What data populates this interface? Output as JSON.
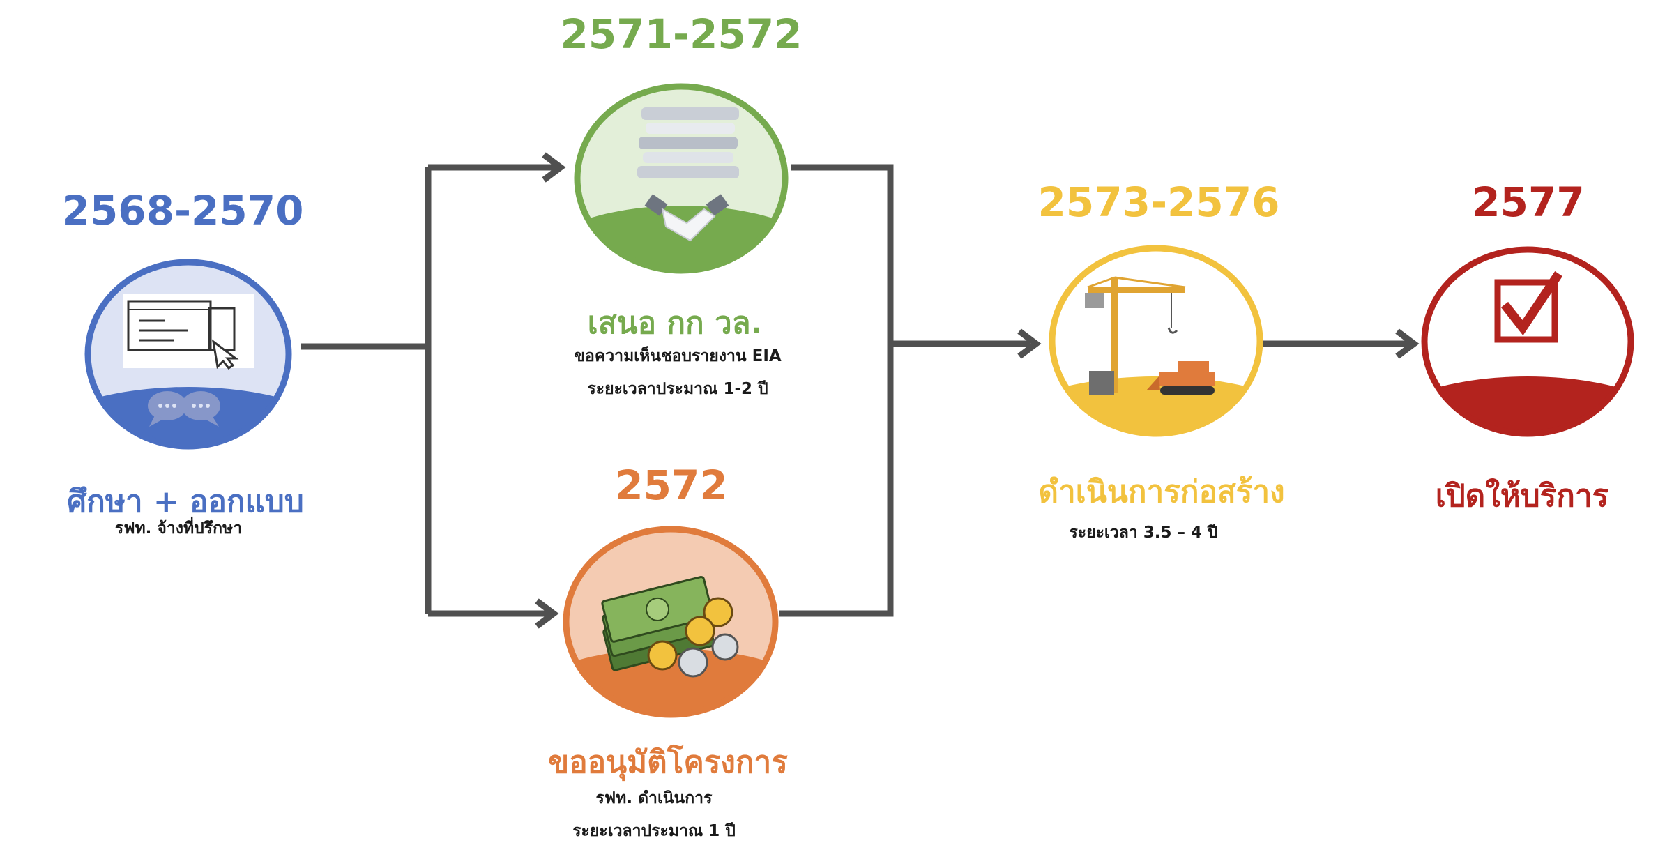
{
  "colors": {
    "study": "#4a6fc2",
    "eia": "#76aa4e",
    "approve": "#e07b3c",
    "construct": "#f2c23e",
    "service": "#b3231e",
    "arrow": "#505050"
  },
  "stages": {
    "study": {
      "year": "2568-2570",
      "title": "ศึกษา + ออกแบบ",
      "note": "รฟท. จ้างที่ปรึกษา"
    },
    "eia": {
      "year": "2571-2572",
      "title": "เสนอ กก วล.",
      "note1": "ขอความเห็นชอบรายงาน EIA",
      "note2": "ระยะเวลาประมาณ 1-2 ปี"
    },
    "approve": {
      "year": "2572",
      "title": "ขออนุมัติโครงการ",
      "note1": "รฟท. ดำเนินการ",
      "note2": "ระยะเวลาประมาณ 1 ปี"
    },
    "construct": {
      "year": "2573-2576",
      "title": "ดำเนินการก่อสร้าง",
      "note": "ระยะเวลา 3.5 – 4 ปี"
    },
    "service": {
      "year": "2577",
      "title": "เปิดให้บริการ"
    }
  },
  "icons": {
    "study": "computer-window-icon",
    "eia": "documents-handshake-icon",
    "approve": "money-coins-icon",
    "construct": "construction-crane-icon",
    "service": "checkbox-icon"
  }
}
